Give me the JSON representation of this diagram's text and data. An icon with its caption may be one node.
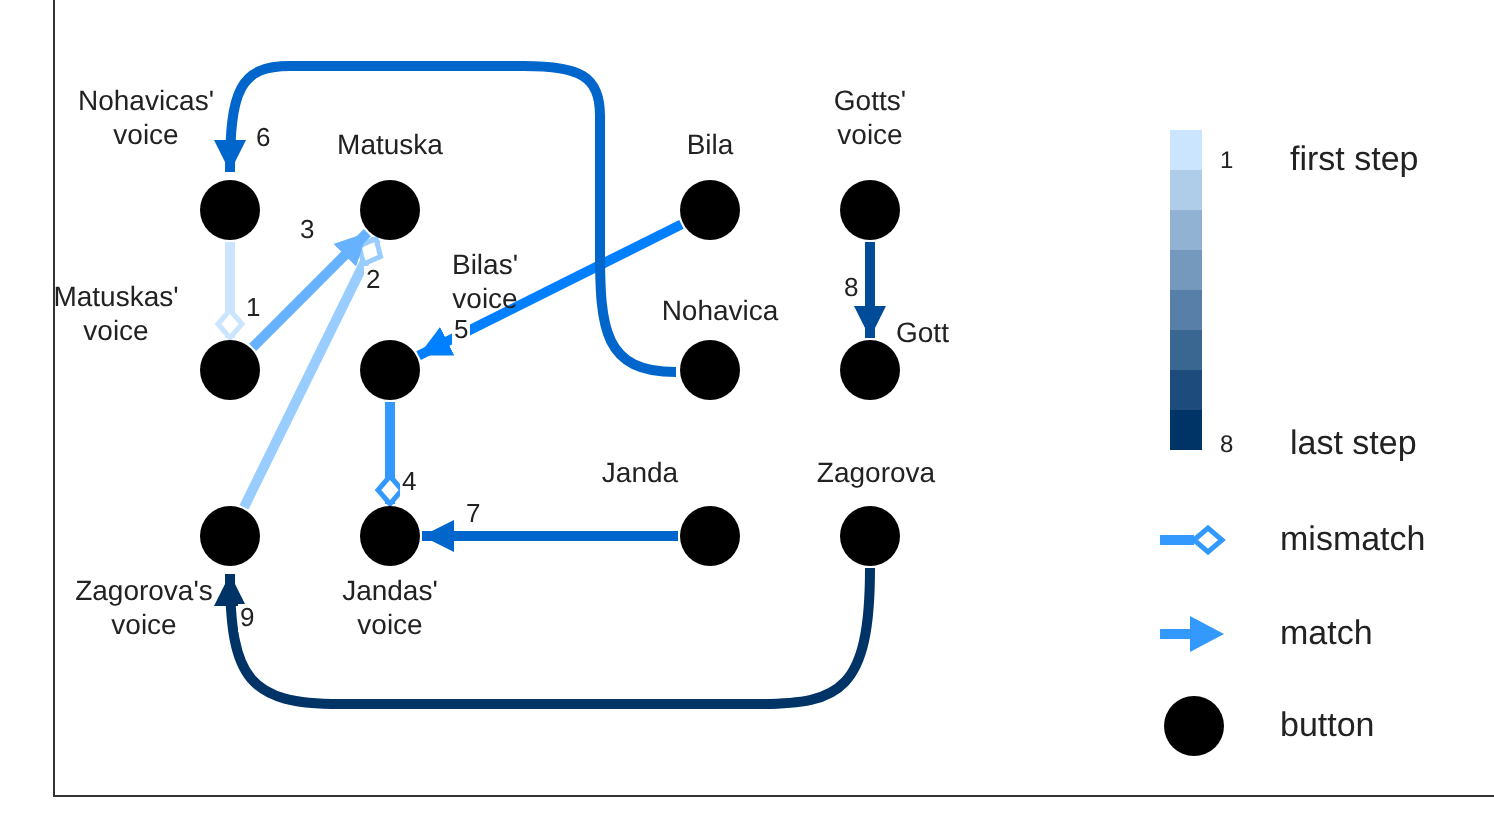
{
  "diagram": {
    "nodes": [
      {
        "text": [],
        "shape": "circle",
        "beside": [
          "Nohavicas' voice"
        ]
      },
      {
        "text": [],
        "shape": "circle",
        "beside": [
          "Matuska"
        ]
      },
      {
        "text": [],
        "shape": "circle",
        "beside": [
          "Bila"
        ]
      },
      {
        "text": [],
        "shape": "circle",
        "beside": [
          "Gotts' voice"
        ]
      },
      {
        "text": [],
        "shape": "circle",
        "beside": [
          "Matuskas' voice"
        ]
      },
      {
        "text": [],
        "shape": "circle",
        "beside": [
          "Bilas' voice"
        ]
      },
      {
        "text": [],
        "shape": "circle",
        "beside": [
          "Nohavica"
        ]
      },
      {
        "text": [],
        "shape": "circle",
        "beside": [
          "Gott"
        ]
      },
      {
        "text": [],
        "shape": "circle",
        "beside": [
          "Zagorova's voice"
        ]
      },
      {
        "text": [],
        "shape": "circle",
        "beside": [
          "Jandas' voice"
        ]
      },
      {
        "text": [],
        "shape": "circle",
        "beside": [
          "Janda"
        ]
      },
      {
        "text": [],
        "shape": "circle",
        "beside": [
          "Zagorova"
        ]
      }
    ],
    "edges": [
      {
        "from": 0,
        "to": 4,
        "arrow": "other",
        "label": "1",
        "color": "#cce5ff"
      },
      {
        "from": 8,
        "to": 1,
        "arrow": "other",
        "label": "2",
        "color": "#99ccff"
      },
      {
        "from": 4,
        "to": 1,
        "arrow": "to",
        "label": "3",
        "color": "#66b2ff"
      },
      {
        "from": 5,
        "to": 9,
        "arrow": "other",
        "label": "4",
        "color": "#3399ff"
      },
      {
        "from": 2,
        "to": 5,
        "arrow": "to",
        "label": "5",
        "color": "#0080ff"
      },
      {
        "from": 6,
        "to": 0,
        "arrow": "to",
        "label": "6",
        "color": "#0066cc"
      },
      {
        "from": 10,
        "to": 9,
        "arrow": "to",
        "label": "7",
        "color": "#0066cc"
      },
      {
        "from": 3,
        "to": 7,
        "arrow": "to",
        "label": "8",
        "color": "#004c99"
      },
      {
        "from": 11,
        "to": 8,
        "arrow": "to",
        "label": "9",
        "color": "#003366"
      }
    ],
    "labels": [
      "1",
      "8"
    ],
    "legend": [
      {
        "text": "first step",
        "color": "#cce5ff"
      },
      {
        "text": "last step",
        "color": "#003366"
      },
      {
        "text": "mismatch"
      },
      {
        "text": "match"
      },
      {
        "text": "button"
      }
    ]
  }
}
